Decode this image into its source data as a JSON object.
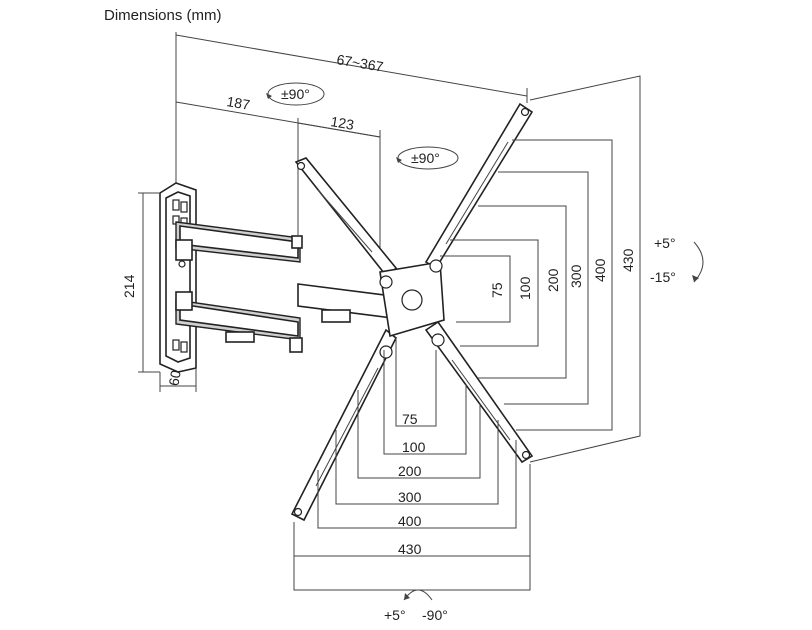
{
  "title": "Dimensions (mm)",
  "top_dims": {
    "overall_extension": "67~367",
    "arm_depth_1": "187",
    "arm_depth_2": "123"
  },
  "swivel_labels": {
    "arm_swivel": "±90°",
    "plate_swivel": "±90°"
  },
  "tilt_labels": {
    "up": "+5°",
    "down": "-15°"
  },
  "rotation_labels": {
    "left": "+5°",
    "right": "-90°"
  },
  "wall_plate": {
    "height": "214",
    "width": "60"
  },
  "vesa_vertical": [
    "75",
    "100",
    "200",
    "300",
    "400",
    "430"
  ],
  "vesa_horizontal": [
    "75",
    "100",
    "200",
    "300",
    "400",
    "430"
  ],
  "colors": {
    "line": "#222222",
    "fill_dark": "#cfcfcf"
  }
}
